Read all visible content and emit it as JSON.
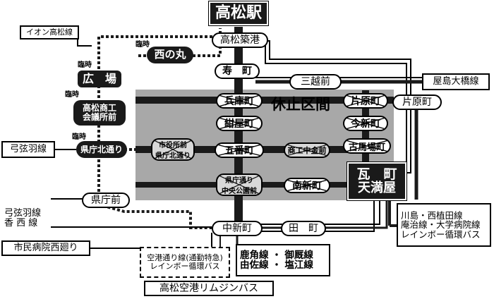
{
  "stations": {
    "takamatsu": "高松駅",
    "chikko": "高松築港",
    "kotobuki": "寿　町",
    "hyogo": "兵庫町",
    "konya": "紺屋町",
    "goban": "五番町",
    "shiyakusho_l1": "市役所前",
    "shiyakusho_l2": "県庁北通り",
    "chuokoen_l1": "県庁通り",
    "chuokoen_l2": "中央公園前",
    "minamishin": "南新町",
    "shokochukin": "商工中金前",
    "kataharamachi_closed": "片原町",
    "imashin": "今新町",
    "kobaba": "古馬場町",
    "kawaramachi": "瓦　町",
    "tenmaya": "天満屋",
    "nakashin": "中新町",
    "den": "田　町",
    "kenchomae": "県庁前",
    "hiroba": "広　場",
    "nishinomaru": "西の丸",
    "kenchokita": "県庁北通り",
    "shoko_l1": "高松商工",
    "shoko_l2": "会議所前",
    "mitsukoshi": "三越前",
    "kataharamachi": "片原町"
  },
  "tags": {
    "rinji": "臨時"
  },
  "zone": "休止区間",
  "lines": {
    "aeon": "イオン高松線",
    "yashima": "屋島大橋線",
    "yugeha": "弓弦羽線",
    "yugeha_kosai_1": "弓弦羽線",
    "yugeha_kosai_2": "香 西 線",
    "shimin": "市民病院西廻り",
    "kawashima_1": "川島・西植田線",
    "kawashima_2": "庵治線・大学病院線",
    "kawashima_3": "レインボー循環バス",
    "kanoike_1": "鹿角線 ・ 御厩線",
    "kanoike_2": "由佐線 ・ 塩江線",
    "airport_1": "空港通り線(通勤特急)",
    "airport_2": "レインボー循環バス",
    "limousine": "高松空港リムジンバス"
  }
}
